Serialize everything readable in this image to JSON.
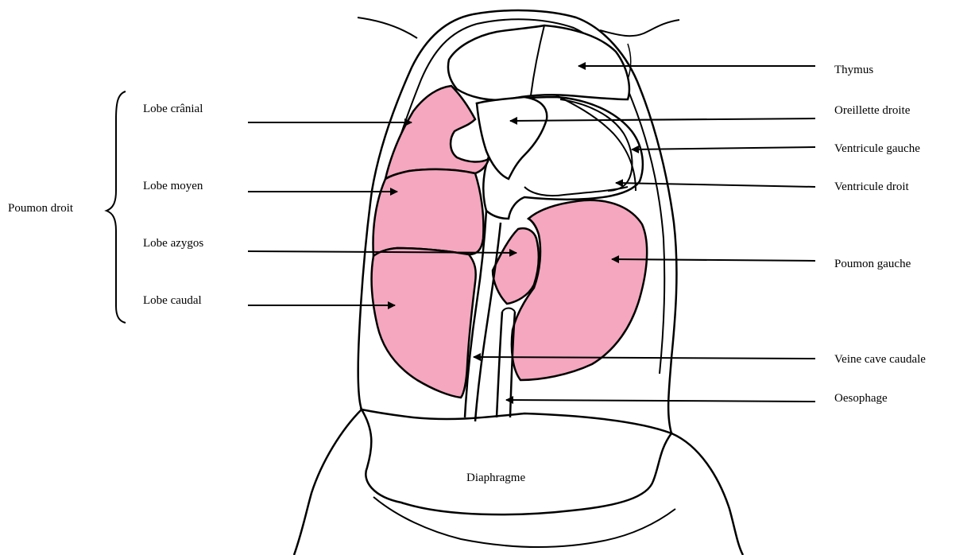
{
  "colors": {
    "lung_fill": "#f4a7bf",
    "outline": "#000000",
    "background": "#ffffff"
  },
  "group": {
    "label": "Poumon droit"
  },
  "labels": {
    "lobe_cranial": "Lobe crânial",
    "lobe_moyen": "Lobe moyen",
    "lobe_azygos": "Lobe azygos",
    "lobe_caudal": "Lobe caudal",
    "thymus": "Thymus",
    "oreillette_droite": "Oreillette droite",
    "ventricule_gauche": "Ventricule gauche",
    "ventricule_droit": "Ventricule droit",
    "poumon_gauche": "Poumon gauche",
    "veine_cave_caudale": "Veine cave caudale",
    "oesophage": "Oesophage",
    "diaphragme": "Diaphragme"
  }
}
